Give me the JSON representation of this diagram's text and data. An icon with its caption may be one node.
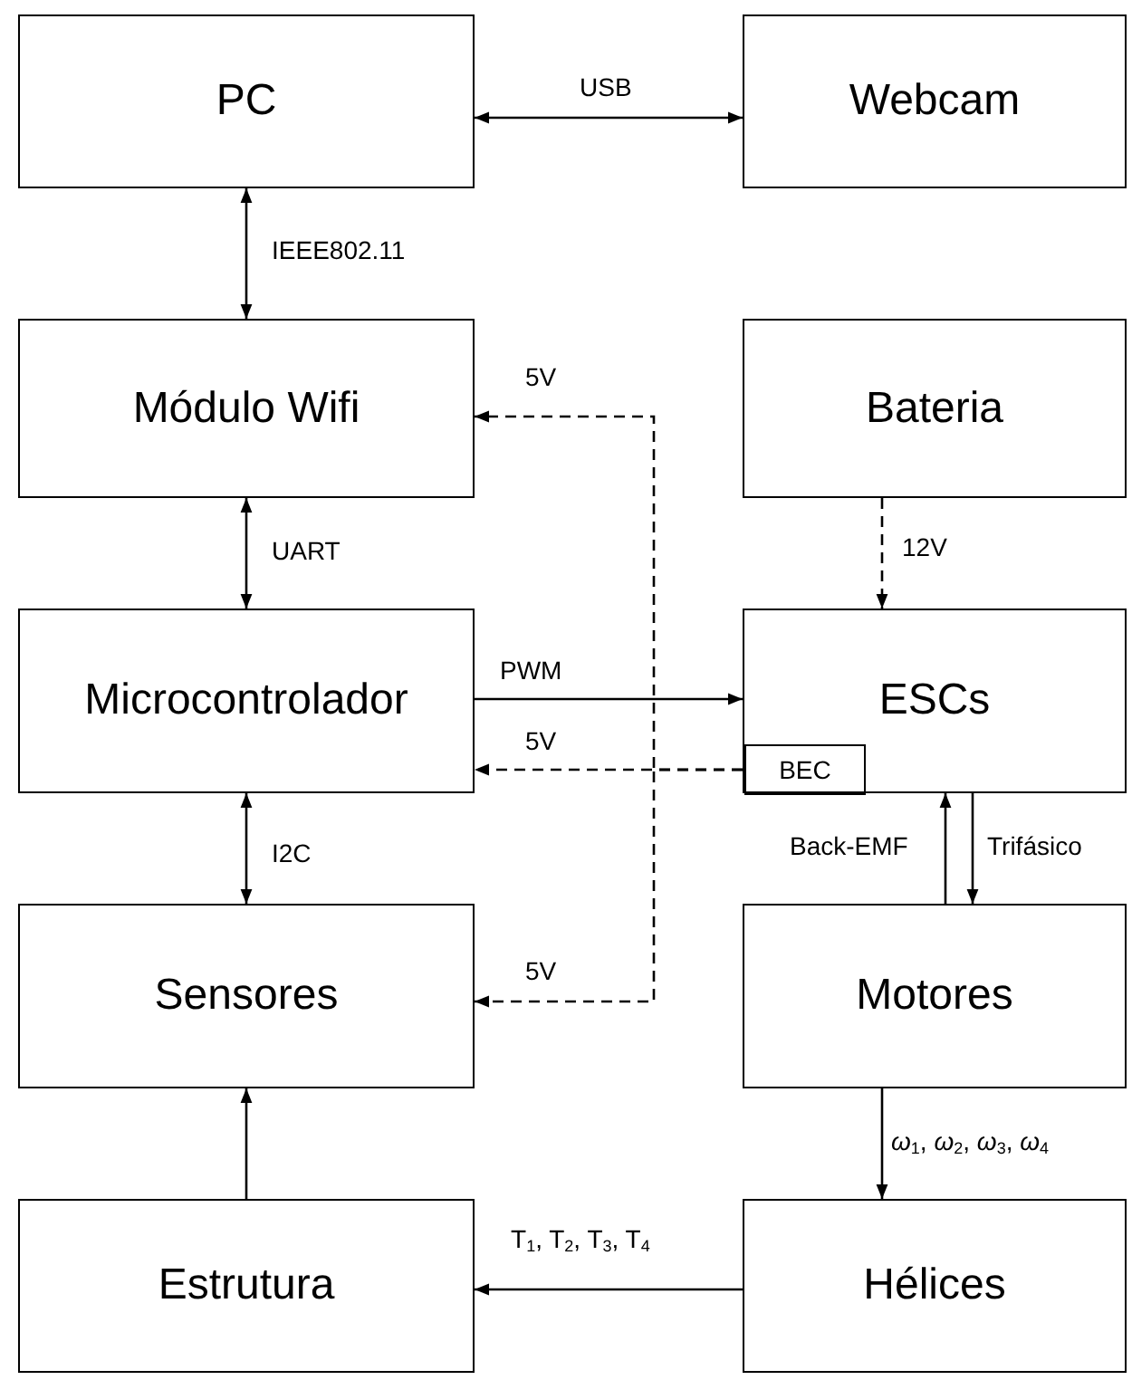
{
  "diagram": {
    "nodes": [
      {
        "text": [
          "PC"
        ]
      },
      {
        "text": [
          "Webcam"
        ]
      },
      {
        "text": [
          "Módulo Wifi"
        ]
      },
      {
        "text": [
          "Bateria"
        ]
      },
      {
        "text": [
          "Microcontrolador"
        ]
      },
      {
        "text": [
          "ESCs"
        ]
      },
      {
        "text": [
          "BEC"
        ],
        "in": 5
      },
      {
        "text": [
          "Sensores"
        ]
      },
      {
        "text": [
          "Motores"
        ]
      },
      {
        "text": [
          "Estrutura"
        ]
      },
      {
        "text": [
          "Hélices"
        ]
      }
    ],
    "edges": [
      {
        "from": 0,
        "to": 1,
        "arrow": "both",
        "label": "USB"
      },
      {
        "from": 0,
        "to": 2,
        "arrow": "both",
        "label": "IEEE802.11"
      },
      {
        "from": 2,
        "to": 4,
        "arrow": "both",
        "label": "UART"
      },
      {
        "from": 4,
        "to": 5,
        "arrow": "to",
        "label": "PWM"
      },
      {
        "from": 6,
        "to": 4,
        "arrow": "to",
        "label": "5V",
        "style": "dashed"
      },
      {
        "from": 6,
        "to": 2,
        "arrow": "to",
        "label": "5V",
        "style": "dashed"
      },
      {
        "from": 6,
        "to": 7,
        "arrow": "to",
        "label": "5V",
        "style": "dashed"
      },
      {
        "from": 3,
        "to": 5,
        "arrow": "to",
        "label": "12V",
        "style": "dashed"
      },
      {
        "from": 8,
        "to": 5,
        "arrow": "to",
        "label": "Back-EMF"
      },
      {
        "from": 5,
        "to": 8,
        "arrow": "to",
        "label": "Trifásico"
      },
      {
        "from": 8,
        "to": 10,
        "arrow": "to",
        "label": "*ω*$_{1}$, *ω*$_{2}$, *ω*$_{3}$, *ω*$_{4}$"
      },
      {
        "from": 10,
        "to": 9,
        "arrow": "to",
        "label": "T$_{1}$, T$_{2}$, T$_{3}$, T$_{4}$"
      },
      {
        "from": 4,
        "to": 7,
        "arrow": "both",
        "label": "I2C"
      },
      {
        "from": 9,
        "to": 7,
        "arrow": "to"
      }
    ]
  }
}
